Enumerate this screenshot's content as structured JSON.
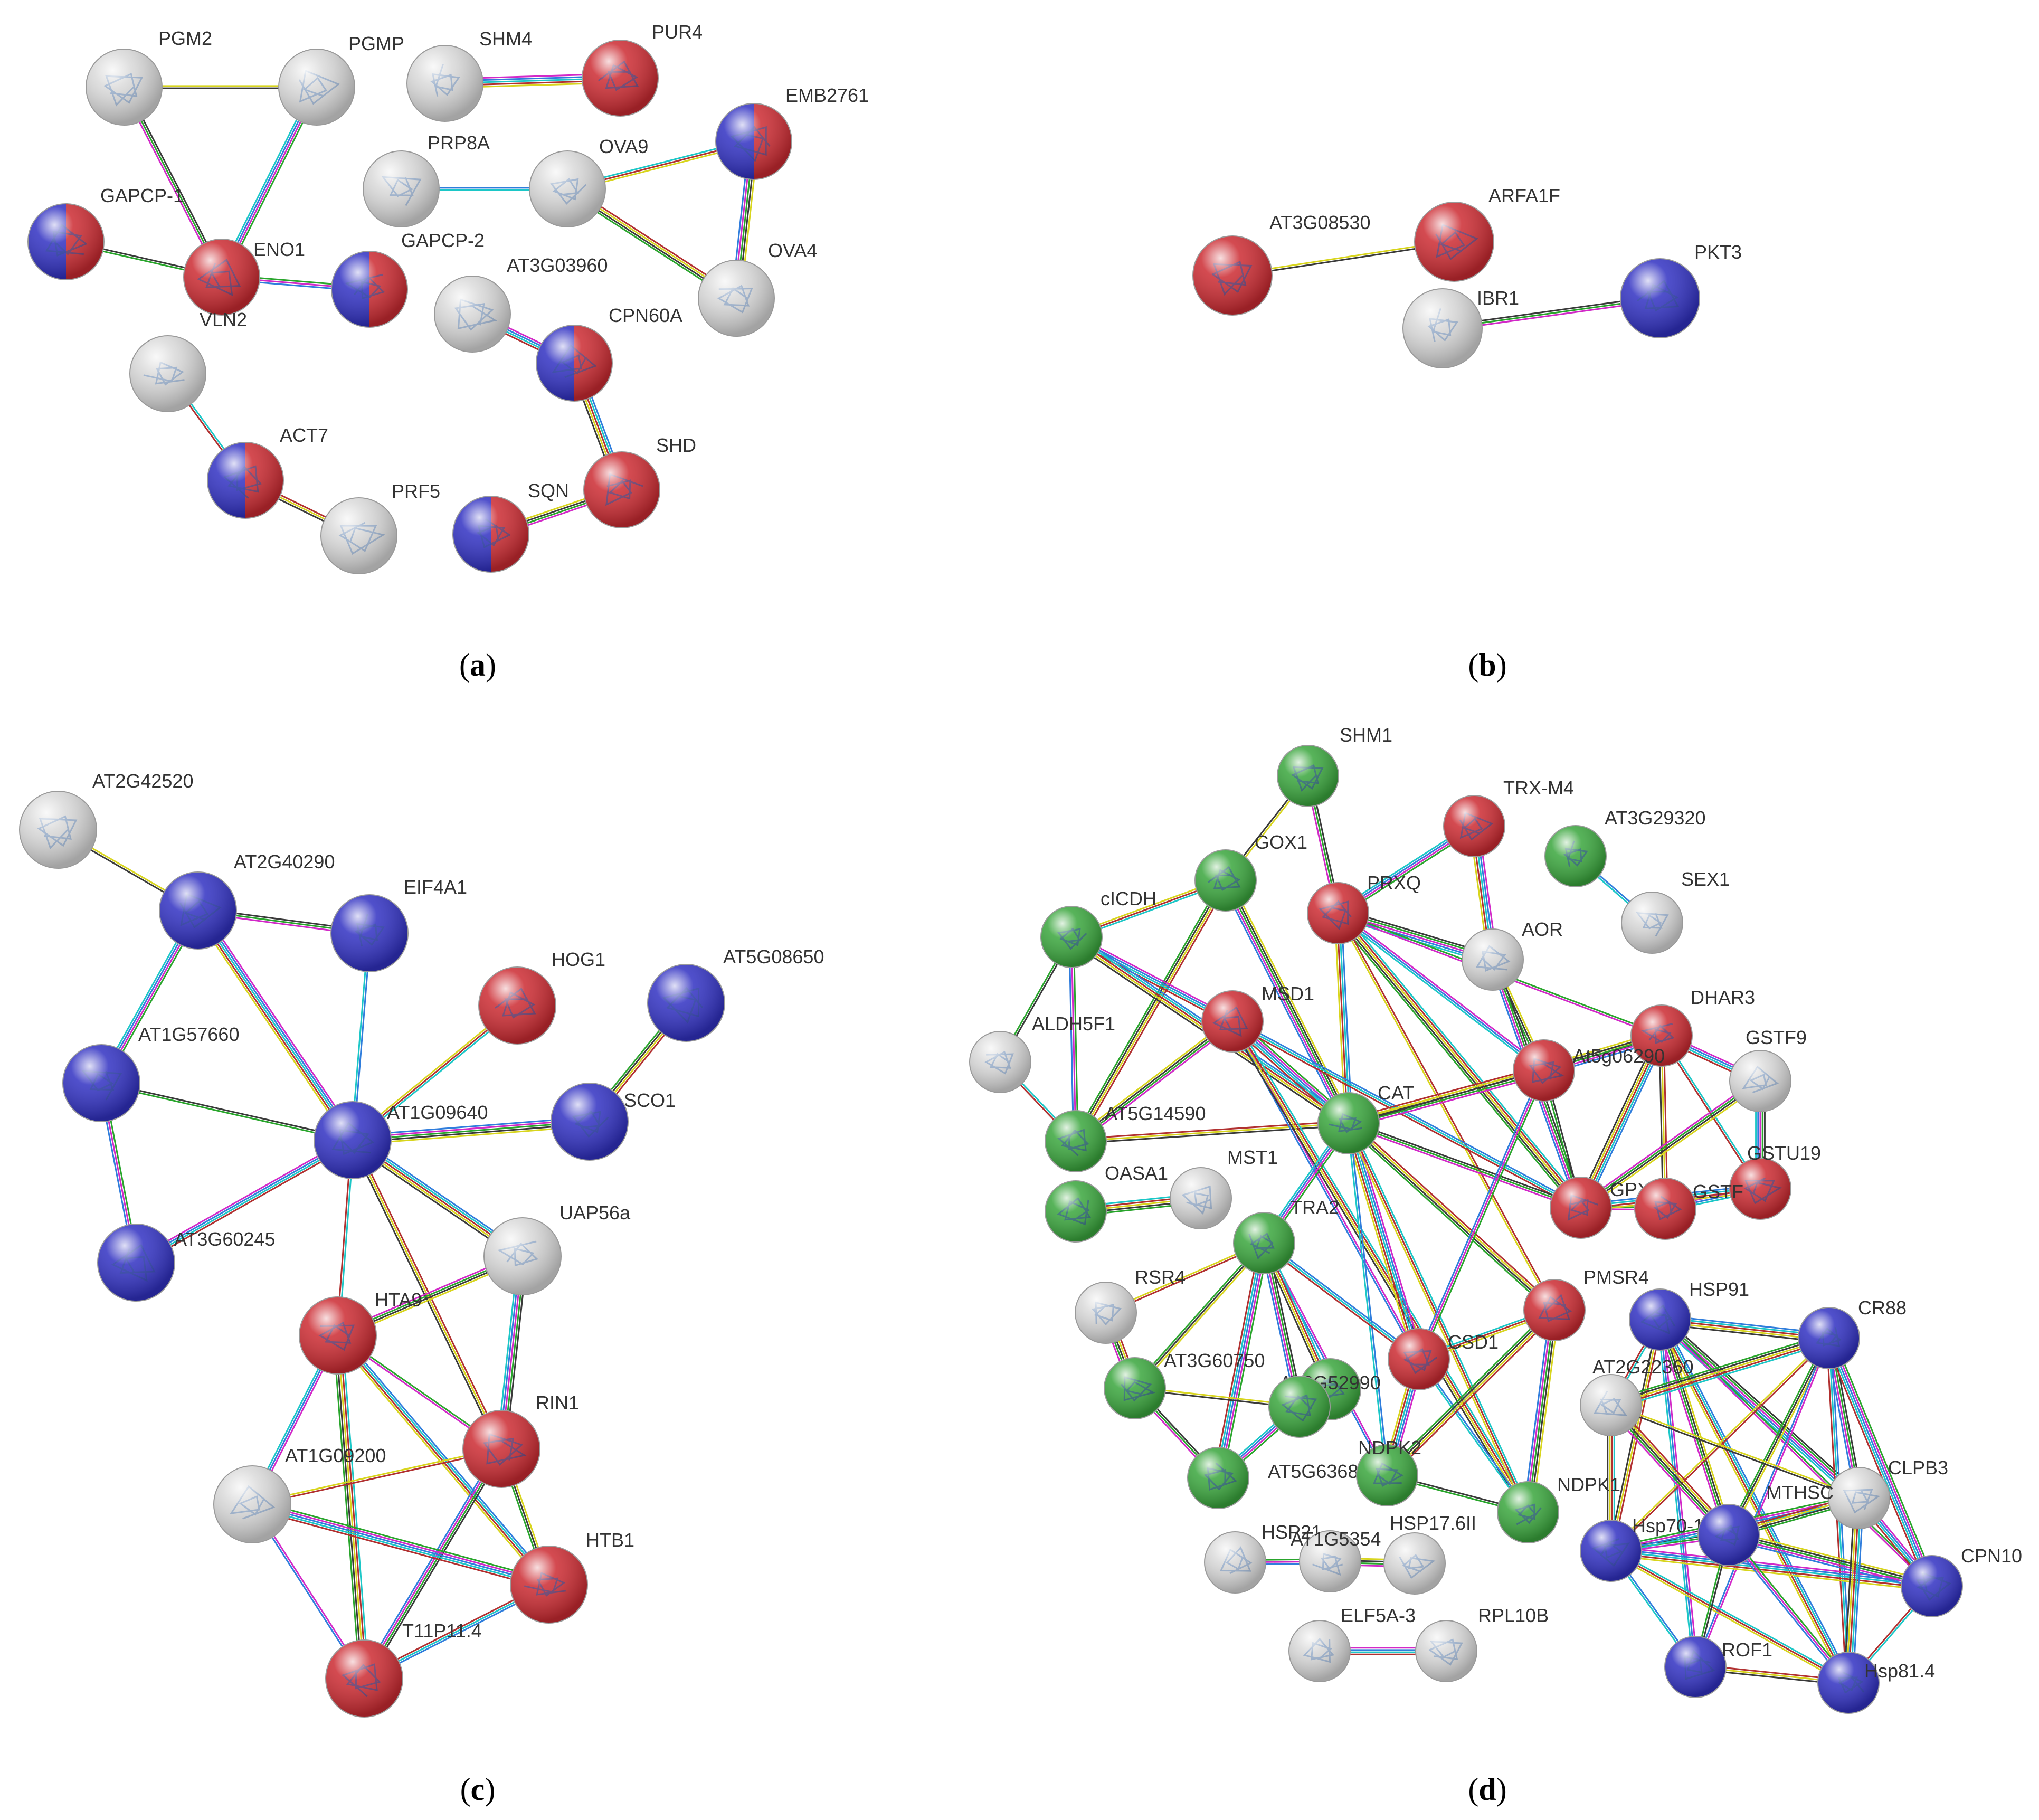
{
  "colors": {
    "red": "#cc2b32",
    "blue": "#3131c2",
    "green": "#3aa63d",
    "white": "#d9d9d9"
  },
  "panels": [
    {
      "caption_pre": "(",
      "caption_letter": "a",
      "caption_post": ")",
      "nodes": [
        {
          "id": "PGM2",
          "label": "PGM2",
          "color": "white"
        },
        {
          "id": "PGMP",
          "label": "PGMP",
          "color": "white"
        },
        {
          "id": "SHM4",
          "label": "SHM4",
          "color": "white"
        },
        {
          "id": "PUR4",
          "label": "PUR4",
          "color": "red"
        },
        {
          "id": "EMB2761",
          "label": "EMB2761",
          "color": "split-bl-red"
        },
        {
          "id": "PRP8A",
          "label": "PRP8A",
          "color": "white"
        },
        {
          "id": "OVA9",
          "label": "OVA9",
          "color": "white"
        },
        {
          "id": "GAPCP-1",
          "label": "GAPCP-1",
          "color": "split-bl-red"
        },
        {
          "id": "ENO1",
          "label": "ENO1",
          "color": "red"
        },
        {
          "id": "GAPCP-2",
          "label": "GAPCP-2",
          "color": "split-bl-red"
        },
        {
          "id": "OVA4",
          "label": "OVA4",
          "color": "white"
        },
        {
          "id": "AT3G03960",
          "label": "AT3G03960",
          "color": "white"
        },
        {
          "id": "CPN60A",
          "label": "CPN60A",
          "color": "split-bl-red"
        },
        {
          "id": "VLN2",
          "label": "VLN2",
          "color": "white"
        },
        {
          "id": "ACT7",
          "label": "ACT7",
          "color": "split-bl-red"
        },
        {
          "id": "PRF5",
          "label": "PRF5",
          "color": "white"
        },
        {
          "id": "SHD",
          "label": "SHD",
          "color": "red"
        },
        {
          "id": "SQN",
          "label": "SQN",
          "color": "split-bl-red"
        }
      ],
      "edges": [
        [
          "PGM2",
          "PGMP"
        ],
        [
          "PGM2",
          "ENO1"
        ],
        [
          "PGMP",
          "ENO1"
        ],
        [
          "SHM4",
          "PUR4"
        ],
        [
          "PRP8A",
          "OVA9"
        ],
        [
          "OVA9",
          "EMB2761"
        ],
        [
          "OVA9",
          "OVA4"
        ],
        [
          "EMB2761",
          "OVA4"
        ],
        [
          "GAPCP-1",
          "ENO1"
        ],
        [
          "ENO1",
          "GAPCP-2"
        ],
        [
          "AT3G03960",
          "CPN60A"
        ],
        [
          "CPN60A",
          "SHD"
        ],
        [
          "VLN2",
          "ACT7"
        ],
        [
          "ACT7",
          "PRF5"
        ],
        [
          "SQN",
          "SHD"
        ]
      ]
    },
    {
      "caption_pre": "(",
      "caption_letter": "b",
      "caption_post": ")",
      "nodes": [
        {
          "id": "AT3G08530",
          "label": "AT3G08530",
          "color": "red"
        },
        {
          "id": "ARFA1F",
          "label": "ARFA1F",
          "color": "red"
        },
        {
          "id": "IBR1",
          "label": "IBR1",
          "color": "white"
        },
        {
          "id": "PKT3",
          "label": "PKT3",
          "color": "blue"
        }
      ],
      "edges": [
        [
          "AT3G08530",
          "ARFA1F"
        ],
        [
          "IBR1",
          "PKT3"
        ]
      ]
    },
    {
      "caption_pre": "(",
      "caption_letter": "c",
      "caption_post": ")",
      "nodes": [
        {
          "id": "AT2G42520",
          "label": "AT2G42520",
          "color": "white"
        },
        {
          "id": "AT2G40290",
          "label": "AT2G40290",
          "color": "blue"
        },
        {
          "id": "EIF4A1",
          "label": "EIF4A1",
          "color": "blue"
        },
        {
          "id": "HOG1",
          "label": "HOG1",
          "color": "red"
        },
        {
          "id": "AT5G08650",
          "label": "AT5G08650",
          "color": "blue"
        },
        {
          "id": "AT1G57660",
          "label": "AT1G57660",
          "color": "blue"
        },
        {
          "id": "SCO1",
          "label": "SCO1",
          "color": "blue"
        },
        {
          "id": "AT1G09640",
          "label": "AT1G09640",
          "color": "blue"
        },
        {
          "id": "AT3G60245",
          "label": "AT3G60245",
          "color": "blue"
        },
        {
          "id": "UAP56a",
          "label": "UAP56a",
          "color": "white"
        },
        {
          "id": "HTA9",
          "label": "HTA9",
          "color": "red"
        },
        {
          "id": "RIN1",
          "label": "RIN1",
          "color": "red"
        },
        {
          "id": "AT1G09200",
          "label": "AT1G09200",
          "color": "white"
        },
        {
          "id": "HTB1",
          "label": "HTB1",
          "color": "red"
        },
        {
          "id": "T11P11.4",
          "label": "T11P11.4",
          "color": "red"
        }
      ],
      "edges": [
        [
          "AT2G42520",
          "AT2G40290"
        ],
        [
          "AT2G40290",
          "EIF4A1"
        ],
        [
          "AT2G40290",
          "AT1G57660"
        ],
        [
          "AT2G40290",
          "AT1G09640"
        ],
        [
          "EIF4A1",
          "AT1G09640"
        ],
        [
          "HOG1",
          "AT1G09640"
        ],
        [
          "AT5G08650",
          "SCO1"
        ],
        [
          "SCO1",
          "AT1G09640"
        ],
        [
          "AT1G57660",
          "AT1G09640"
        ],
        [
          "AT1G57660",
          "AT3G60245"
        ],
        [
          "AT3G60245",
          "AT1G09640"
        ],
        [
          "AT1G09640",
          "UAP56a"
        ],
        [
          "AT1G09640",
          "HTA9"
        ],
        [
          "AT1G09640",
          "RIN1"
        ],
        [
          "UAP56a",
          "HTA9"
        ],
        [
          "UAP56a",
          "RIN1"
        ],
        [
          "HTA9",
          "RIN1"
        ],
        [
          "HTA9",
          "AT1G09200"
        ],
        [
          "HTA9",
          "HTB1"
        ],
        [
          "HTA9",
          "T11P11.4"
        ],
        [
          "RIN1",
          "AT1G09200"
        ],
        [
          "RIN1",
          "HTB1"
        ],
        [
          "RIN1",
          "T11P11.4"
        ],
        [
          "AT1G09200",
          "HTB1"
        ],
        [
          "AT1G09200",
          "T11P11.4"
        ],
        [
          "HTB1",
          "T11P11.4"
        ]
      ]
    },
    {
      "caption_pre": "(",
      "caption_letter": "d",
      "caption_post": ")",
      "nodes": [
        {
          "id": "SHM1",
          "label": "SHM1",
          "color": "green"
        },
        {
          "id": "TRX-M4",
          "label": "TRX-M4",
          "color": "red"
        },
        {
          "id": "AT3G29320",
          "label": "AT3G29320",
          "color": "green"
        },
        {
          "id": "GOX1",
          "label": "GOX1",
          "color": "green"
        },
        {
          "id": "PRXQ",
          "label": "PRXQ",
          "color": "red"
        },
        {
          "id": "SEX1",
          "label": "SEX1",
          "color": "white"
        },
        {
          "id": "cICDH",
          "label": "cICDH",
          "color": "green"
        },
        {
          "id": "AOR",
          "label": "AOR",
          "color": "white"
        },
        {
          "id": "MSD1",
          "label": "MSD1",
          "color": "red"
        },
        {
          "id": "DHAR3",
          "label": "DHAR3",
          "color": "red"
        },
        {
          "id": "ALDH5F1",
          "label": "ALDH5F1",
          "color": "white"
        },
        {
          "id": "At5g06290",
          "label": "At5g06290",
          "color": "red"
        },
        {
          "id": "GSTF9",
          "label": "GSTF9",
          "color": "white"
        },
        {
          "id": "CAT",
          "label": "CAT",
          "color": "green"
        },
        {
          "id": "AT5G14590",
          "label": "AT5G14590",
          "color": "green"
        },
        {
          "id": "GSTU19",
          "label": "GSTU19",
          "color": "red"
        },
        {
          "id": "GPX7",
          "label": "GPX7",
          "color": "red"
        },
        {
          "id": "GSTF",
          "label": "GSTF",
          "color": "red"
        },
        {
          "id": "OASA1",
          "label": "OASA1",
          "color": "green"
        },
        {
          "id": "MST1",
          "label": "MST1",
          "color": "white"
        },
        {
          "id": "TRA2",
          "label": "TRA2",
          "color": "green"
        },
        {
          "id": "RSR4",
          "label": "RSR4",
          "color": "white"
        },
        {
          "id": "PMSR4",
          "label": "PMSR4",
          "color": "red"
        },
        {
          "id": "HSP91",
          "label": "HSP91",
          "color": "blue"
        },
        {
          "id": "CR88",
          "label": "CR88",
          "color": "blue"
        },
        {
          "id": "CSD1",
          "label": "CSD1",
          "color": "red"
        },
        {
          "id": "AT3G60750",
          "label": "AT3G60750",
          "color": "green"
        },
        {
          "id": "AT2G22360",
          "label": "AT2G22360",
          "color": "white"
        },
        {
          "id": "AT3G52990",
          "label": "AT3G52990",
          "color": "green"
        },
        {
          "id": "AT5G63680",
          "label": "AT5G63680",
          "color": "green"
        },
        {
          "id": "CLPB3",
          "label": "CLPB3",
          "color": "white"
        },
        {
          "id": "NDPK1",
          "label": "NDPK1",
          "color": "green"
        },
        {
          "id": "NDPK2",
          "label": "NDPK2",
          "color": "green"
        },
        {
          "id": "MTHSC",
          "label": "MTHSC",
          "color": "white"
        },
        {
          "id": "Hsp70-15",
          "label": "Hsp70-15",
          "color": "blue"
        },
        {
          "id": "MTHSC-node",
          "label": "",
          "color": "blue"
        },
        {
          "id": "TRA2-low",
          "label": "",
          "color": "green"
        },
        {
          "id": "HSP21",
          "label": "HSP21",
          "color": "white"
        },
        {
          "id": "AT1G53540",
          "label": "AT1G5354",
          "color": "white"
        },
        {
          "id": "HSP17.6II",
          "label": "HSP17.6II",
          "color": "white"
        },
        {
          "id": "CPN10",
          "label": "CPN10",
          "color": "blue"
        },
        {
          "id": "ROF1",
          "label": "ROF1",
          "color": "blue"
        },
        {
          "id": "Hsp81.4",
          "label": "Hsp81.4",
          "color": "blue"
        },
        {
          "id": "ELF5A-3",
          "label": "ELF5A-3",
          "color": "white"
        },
        {
          "id": "RPL10B",
          "label": "RPL10B",
          "color": "white"
        },
        {
          "id": "EXTRA-white",
          "label": "",
          "color": "white"
        }
      ],
      "edges": [
        [
          "SHM1",
          "GOX1"
        ],
        [
          "SHM1",
          "PRXQ"
        ],
        [
          "TRX-M4",
          "PRXQ"
        ],
        [
          "TRX-M4",
          "AOR"
        ],
        [
          "AT3G29320",
          "SEX1"
        ],
        [
          "GOX1",
          "cICDH"
        ],
        [
          "GOX1",
          "AT5G14590"
        ],
        [
          "GOX1",
          "CAT"
        ],
        [
          "cICDH",
          "ALDH5F1"
        ],
        [
          "cICDH",
          "AT5G14590"
        ],
        [
          "cICDH",
          "MSD1"
        ],
        [
          "cICDH",
          "CAT"
        ],
        [
          "ALDH5F1",
          "AT5G14590"
        ],
        [
          "AT5G14590",
          "CAT"
        ],
        [
          "AT5G14590",
          "MSD1"
        ],
        [
          "PRXQ",
          "AOR"
        ],
        [
          "PRXQ",
          "DHAR3"
        ],
        [
          "PRXQ",
          "At5g06290"
        ],
        [
          "PRXQ",
          "CAT"
        ],
        [
          "PRXQ",
          "GPX7"
        ],
        [
          "PRXQ",
          "PMSR4"
        ],
        [
          "AOR",
          "At5g06290"
        ],
        [
          "AOR",
          "GPX7"
        ],
        [
          "MSD1",
          "CAT"
        ],
        [
          "MSD1",
          "CSD1"
        ],
        [
          "MSD1",
          "GPX7"
        ],
        [
          "MSD1",
          "NDPK1"
        ],
        [
          "CAT",
          "At5g06290"
        ],
        [
          "CAT",
          "DHAR3"
        ],
        [
          "CAT",
          "GPX7"
        ],
        [
          "CAT",
          "TRA2"
        ],
        [
          "CAT",
          "CSD1"
        ],
        [
          "CAT",
          "NDPK2"
        ],
        [
          "CAT",
          "NDPK1"
        ],
        [
          "CAT",
          "PMSR4"
        ],
        [
          "At5g06290",
          "DHAR3"
        ],
        [
          "At5g06290",
          "GPX7"
        ],
        [
          "At5g06290",
          "CSD1"
        ],
        [
          "DHAR3",
          "GSTF9"
        ],
        [
          "DHAR3",
          "GPX7"
        ],
        [
          "DHAR3",
          "GSTU19"
        ],
        [
          "DHAR3",
          "GSTF"
        ],
        [
          "GSTF9",
          "GPX7"
        ],
        [
          "GSTF9",
          "GSTU19"
        ],
        [
          "GPX7",
          "GSTF"
        ],
        [
          "GSTF",
          "GSTU19"
        ],
        [
          "GPX7",
          "GSTU19"
        ],
        [
          "OASA1",
          "MST1"
        ],
        [
          "TRA2",
          "RSR4"
        ],
        [
          "TRA2",
          "AT3G60750"
        ],
        [
          "TRA2",
          "AT5G63680"
        ],
        [
          "TRA2",
          "TRA2-low"
        ],
        [
          "TRA2",
          "NDPK2"
        ],
        [
          "TRA2",
          "CSD1"
        ],
        [
          "TRA2",
          "AT3G52990"
        ],
        [
          "RSR4",
          "AT3G60750"
        ],
        [
          "AT3G60750",
          "AT5G63680"
        ],
        [
          "AT3G60750",
          "TRA2-low"
        ],
        [
          "AT5G63680",
          "TRA2-low"
        ],
        [
          "CSD1",
          "NDPK2"
        ],
        [
          "CSD1",
          "NDPK1"
        ],
        [
          "CSD1",
          "PMSR4"
        ],
        [
          "PMSR4",
          "NDPK2"
        ],
        [
          "PMSR4",
          "NDPK1"
        ],
        [
          "NDPK2",
          "NDPK1"
        ],
        [
          "HSP21",
          "AT1G53540"
        ],
        [
          "ELF5A-3",
          "RPL10B"
        ],
        [
          "HSP91",
          "CR88"
        ],
        [
          "HSP91",
          "AT2G22360"
        ],
        [
          "HSP91",
          "Hsp70-15"
        ],
        [
          "HSP91",
          "MTHSC-node"
        ],
        [
          "HSP91",
          "CLPB3"
        ],
        [
          "HSP91",
          "CPN10"
        ],
        [
          "HSP91",
          "ROF1"
        ],
        [
          "HSP91",
          "Hsp81.4"
        ],
        [
          "CR88",
          "AT2G22360"
        ],
        [
          "CR88",
          "Hsp70-15"
        ],
        [
          "CR88",
          "MTHSC-node"
        ],
        [
          "CR88",
          "CLPB3"
        ],
        [
          "CR88",
          "CPN10"
        ],
        [
          "CR88",
          "ROF1"
        ],
        [
          "CR88",
          "Hsp81.4"
        ],
        [
          "AT2G22360",
          "Hsp70-15"
        ],
        [
          "AT2G22360",
          "MTHSC-node"
        ],
        [
          "AT2G22360",
          "CLPB3"
        ],
        [
          "Hsp70-15",
          "MTHSC-node"
        ],
        [
          "Hsp70-15",
          "CLPB3"
        ],
        [
          "Hsp70-15",
          "CPN10"
        ],
        [
          "Hsp70-15",
          "ROF1"
        ],
        [
          "Hsp70-15",
          "Hsp81.4"
        ],
        [
          "MTHSC-node",
          "CLPB3"
        ],
        [
          "MTHSC-node",
          "CPN10"
        ],
        [
          "MTHSC-node",
          "ROF1"
        ],
        [
          "MTHSC-node",
          "Hsp81.4"
        ],
        [
          "CLPB3",
          "CPN10"
        ],
        [
          "CLPB3",
          "Hsp81.4"
        ],
        [
          "CPN10",
          "Hsp81.4"
        ],
        [
          "ROF1",
          "Hsp81.4"
        ],
        [
          "AT1G53540",
          "EXTRA-white"
        ]
      ]
    }
  ]
}
